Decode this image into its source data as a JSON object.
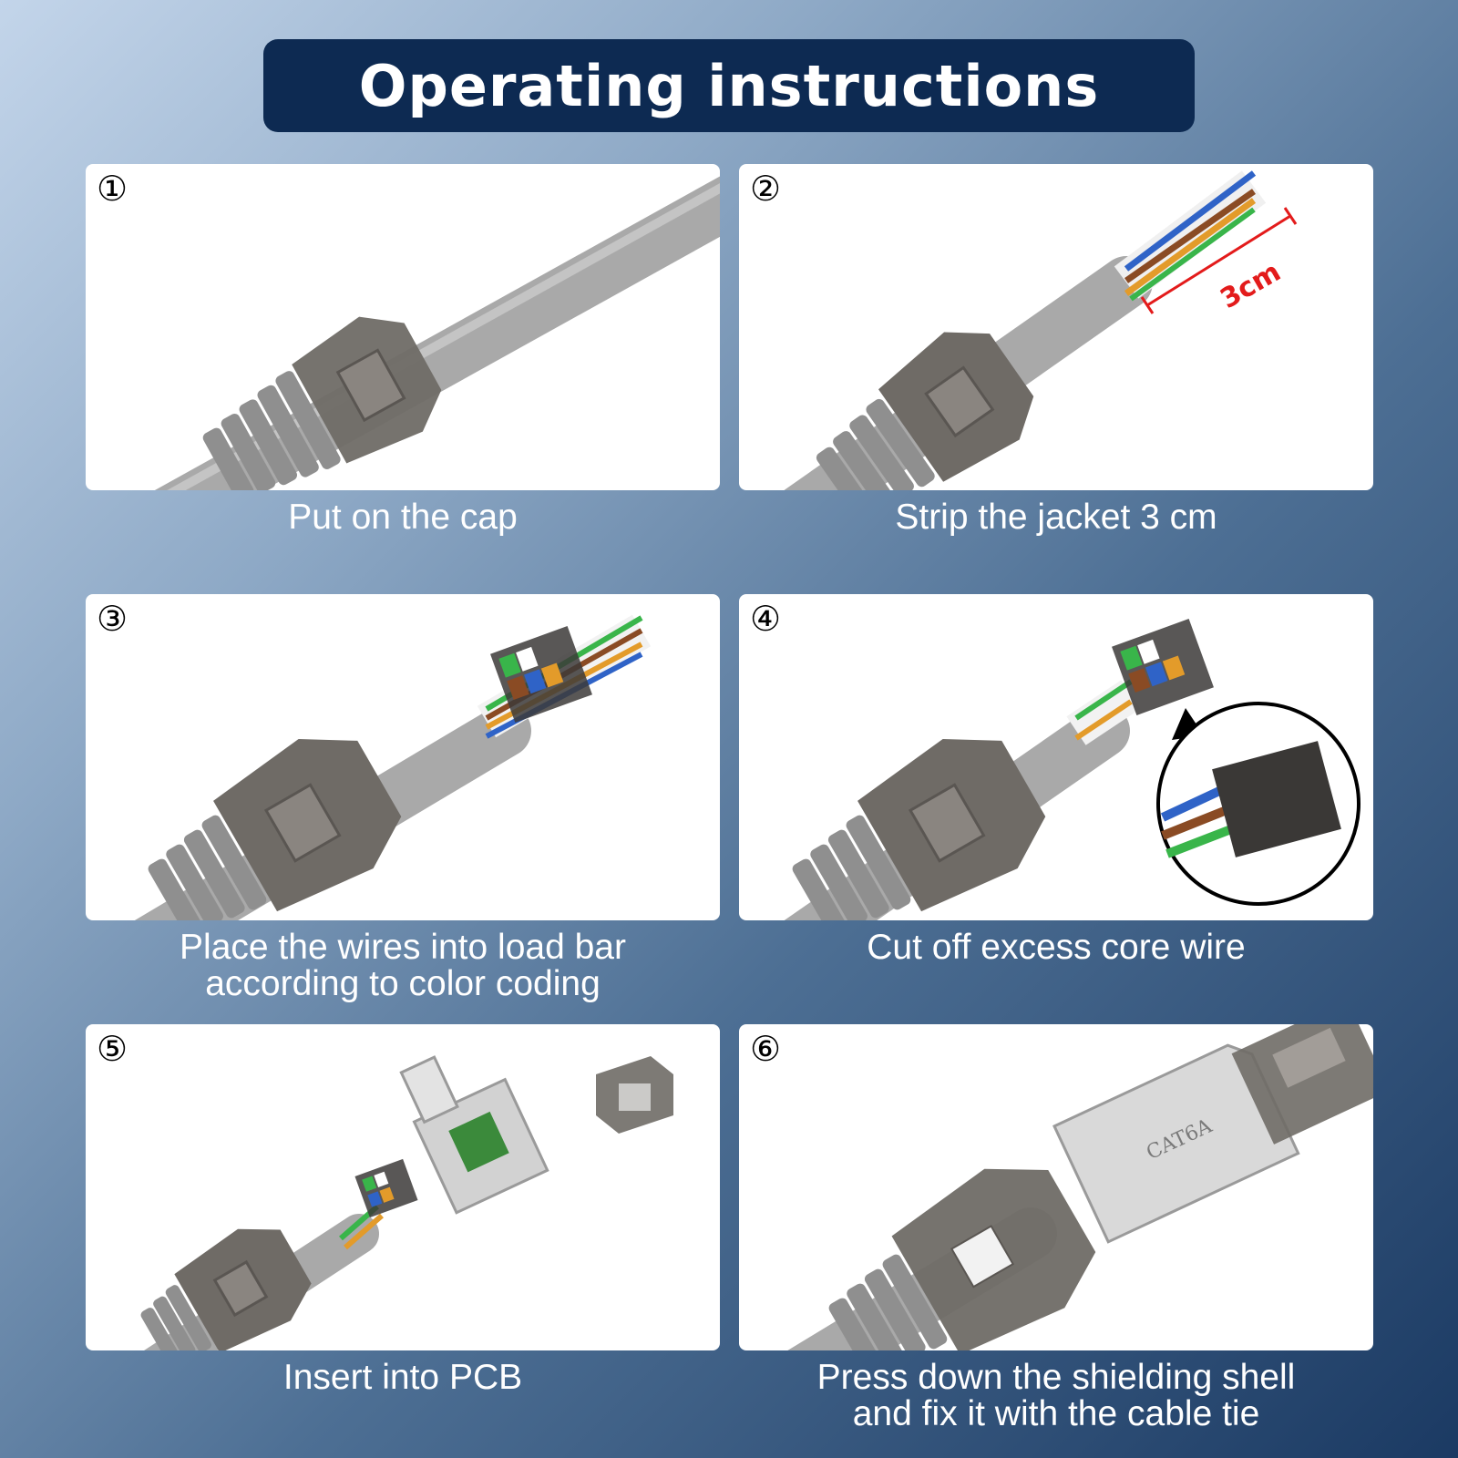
{
  "header": {
    "title": "Operating instructions"
  },
  "steps": [
    {
      "number": "①",
      "caption_lines": [
        "Put on the cap"
      ]
    },
    {
      "number": "②",
      "caption_lines": [
        "Strip the jacket 3 cm"
      ],
      "measure_label": "3cm"
    },
    {
      "number": "③",
      "caption_lines": [
        "Place the wires into load bar",
        "according to color coding"
      ]
    },
    {
      "number": "④",
      "caption_lines": [
        "Cut off excess core wire"
      ]
    },
    {
      "number": "⑤",
      "caption_lines": [
        "Insert into PCB"
      ]
    },
    {
      "number": "⑥",
      "caption_lines": [
        "Press down the shielding shell",
        "and fix it with the cable tie"
      ],
      "product_marking": "CAT6A"
    }
  ],
  "colors": {
    "banner": "#0d2a52",
    "cable": "#a8a8a8",
    "cap": "#6f6b66",
    "measure": "#e31b1b"
  }
}
